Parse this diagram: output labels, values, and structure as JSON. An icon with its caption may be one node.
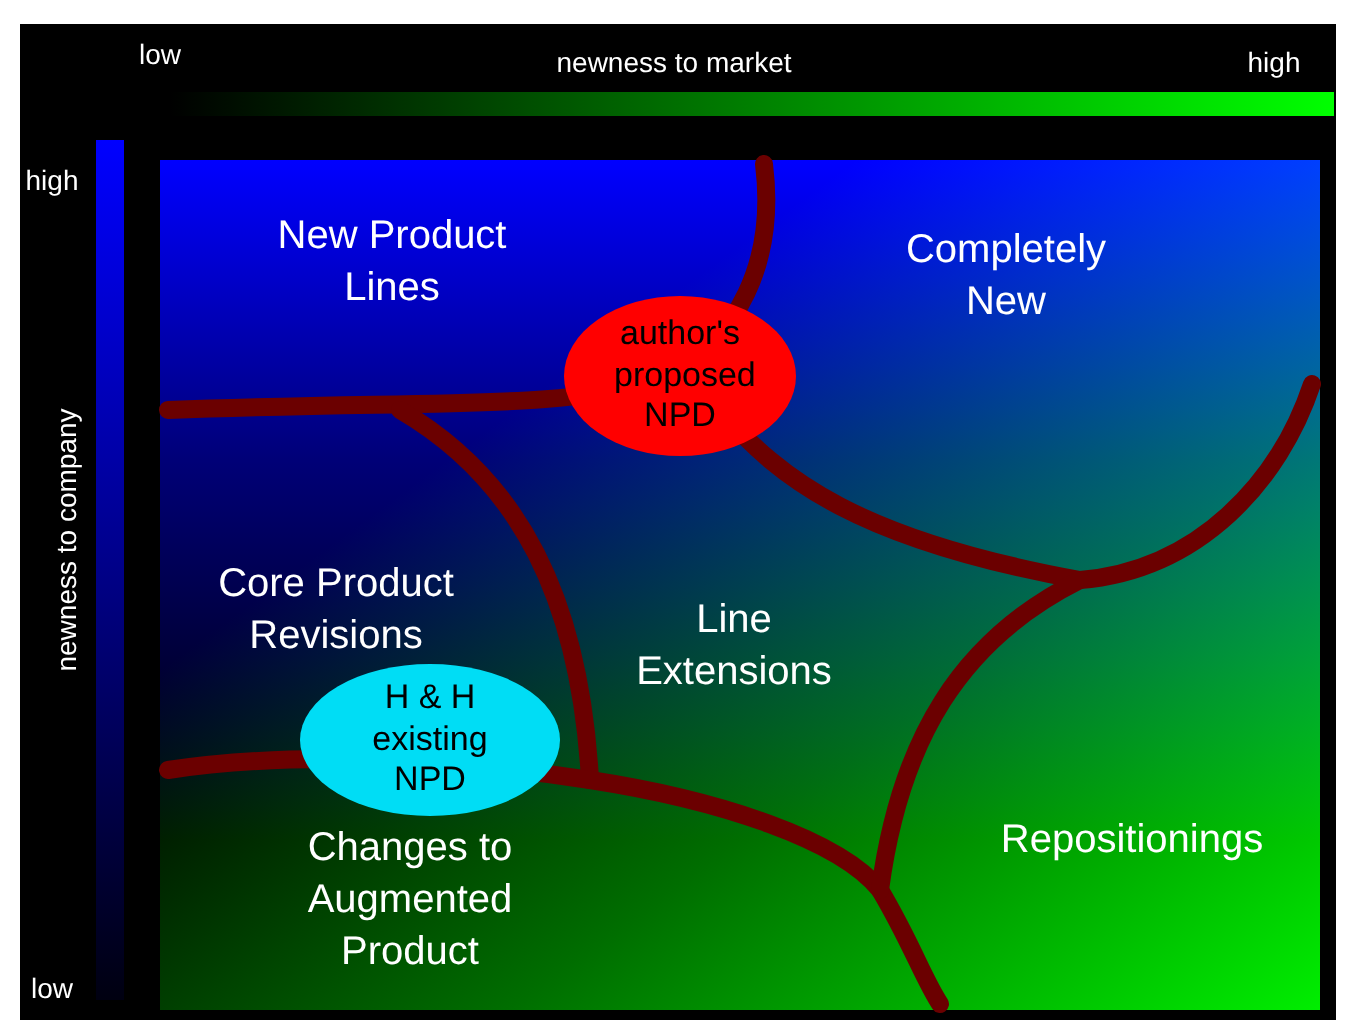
{
  "diagram": {
    "nodes": [
      {
        "text": [
          "author's proposed NPD"
        ]
      },
      {
        "text": [
          "H & H existing NPD"
        ]
      }
    ],
    "edges": [],
    "labels": [
      "low",
      "newness to market",
      "high",
      "high",
      "New Product Lines",
      "Completely New",
      "newness to company",
      "Core Product Revisions",
      "Line Extensions",
      "Changes to Augmented Product",
      "Repositionings",
      "low"
    ]
  }
}
